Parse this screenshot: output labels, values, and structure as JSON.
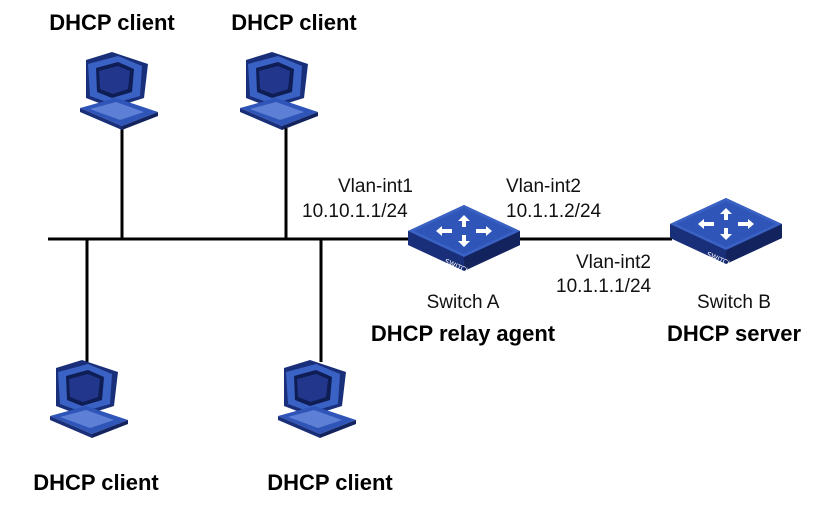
{
  "clients": [
    {
      "label": "DHCP client"
    },
    {
      "label": "DHCP client"
    },
    {
      "label": "DHCP client"
    },
    {
      "label": "DHCP client"
    }
  ],
  "switch_a": {
    "name": "Switch A",
    "role": "DHCP relay agent",
    "badge": "SWITCH",
    "if1_name": "Vlan-int1",
    "if1_ip": "10.10.1.1/24",
    "if2_name": "Vlan-int2",
    "if2_ip": "10.1.1.2/24"
  },
  "switch_b": {
    "name": "Switch B",
    "role": "DHCP server",
    "badge": "SWITCH",
    "if_name": "Vlan-int2",
    "if_ip": "10.1.1.1/24"
  },
  "colors": {
    "device_blue": "#2f55b8",
    "device_dark": "#1a2f7a",
    "device_light": "#7d9be0",
    "line": "#000000"
  },
  "icons": [
    "computer-icon",
    "switch-icon"
  ]
}
